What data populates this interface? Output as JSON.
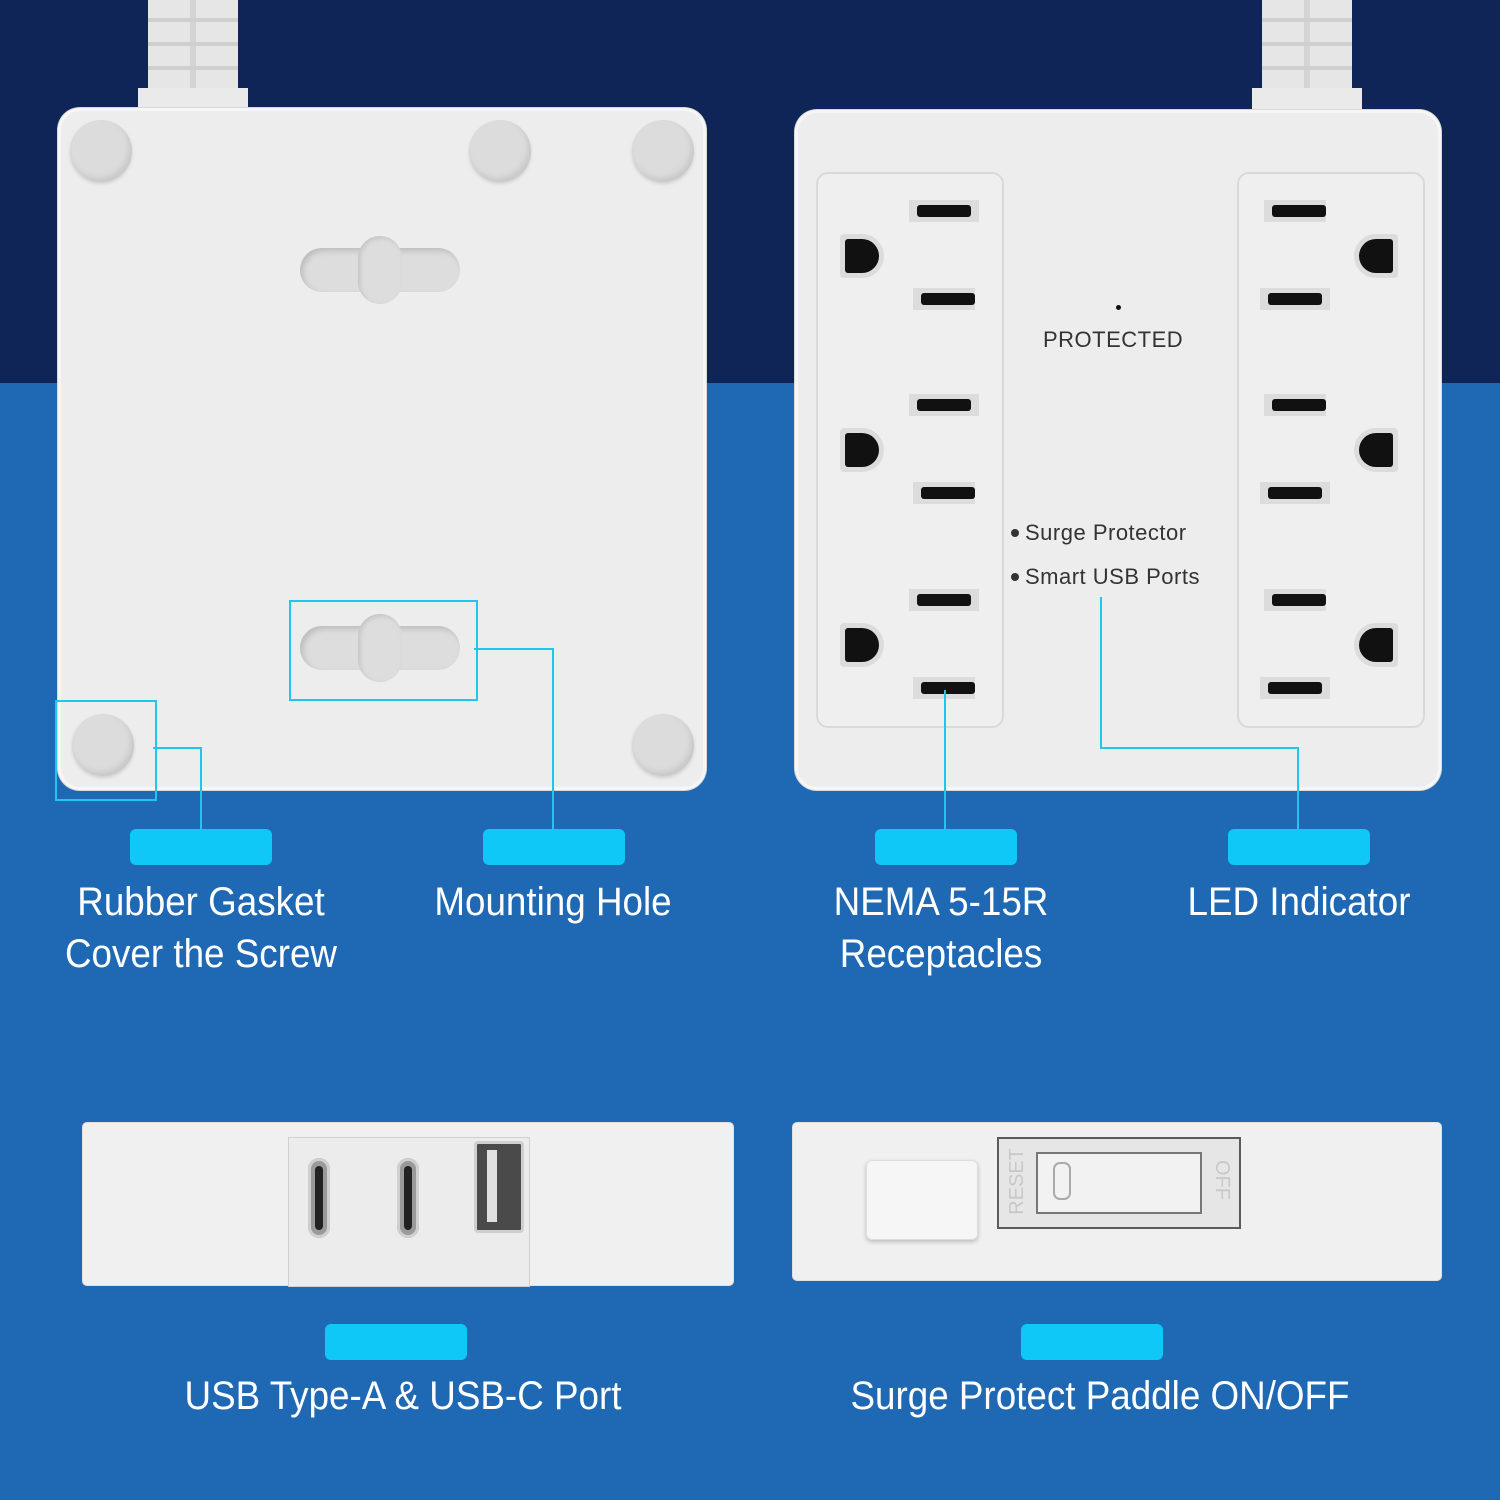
{
  "colors": {
    "background_top": "#0f2557",
    "background_bottom": "#1f68b3",
    "accent": "#10c8f8",
    "label_text": "#ffffff"
  },
  "front_panel": {
    "indicator_label": "PROTECTED",
    "features": [
      "Surge Protector",
      "Smart USB Ports"
    ]
  },
  "switch": {
    "reset_label": "RESET",
    "off_label": "OFF"
  },
  "callouts": [
    {
      "id": "rubber-gasket",
      "line1": "Rubber Gasket",
      "line2": "Cover the Screw"
    },
    {
      "id": "mounting-hole",
      "line1": "Mounting Hole",
      "line2": ""
    },
    {
      "id": "nema-receptacles",
      "line1": "NEMA 5-15R",
      "line2": "Receptacles"
    },
    {
      "id": "led-indicator",
      "line1": "LED Indicator",
      "line2": ""
    },
    {
      "id": "usb-ports",
      "line1": "USB Type-A & USB-C Port",
      "line2": ""
    },
    {
      "id": "paddle-switch",
      "line1": "Surge Protect Paddle ON/OFF",
      "line2": ""
    }
  ]
}
